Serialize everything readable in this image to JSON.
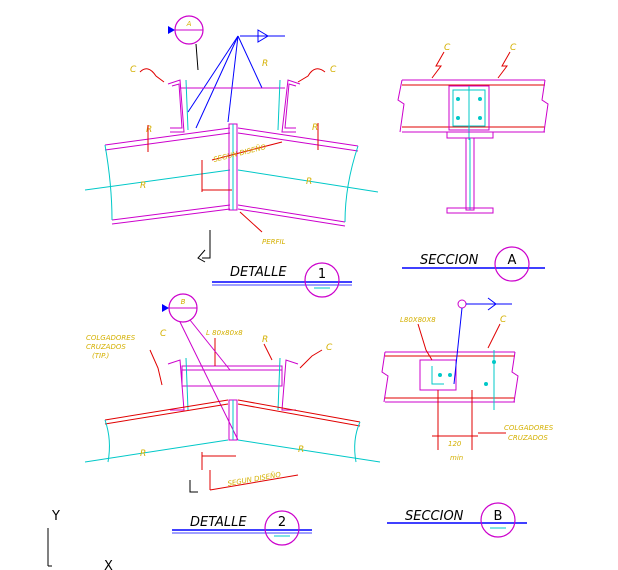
{
  "labels": {
    "c": "C",
    "r": "R",
    "a": "A",
    "b": "B",
    "segun_diseno": "SEGUN DISEÑO",
    "perfil": "PERFIL",
    "l_angle": "L 80x80x8",
    "l_angle_b": "L80X80X8",
    "colgadores_cruzados": "COLGADORES",
    "cruzados": "CRUZADOS",
    "tip": "(TIP.)",
    "dim_120": "120",
    "min": "min",
    "axis_y": "Y",
    "axis_x": "X"
  },
  "titles": {
    "detalle": "DETALLE",
    "seccion": "SECCION",
    "num_1": "1",
    "num_2": "2"
  },
  "colors": {
    "magenta": "#cc00cc",
    "cyan": "#00c8c8",
    "yellow": "#d4b000",
    "red": "#e00000",
    "blue": "#0000ff",
    "black": "#000000"
  }
}
